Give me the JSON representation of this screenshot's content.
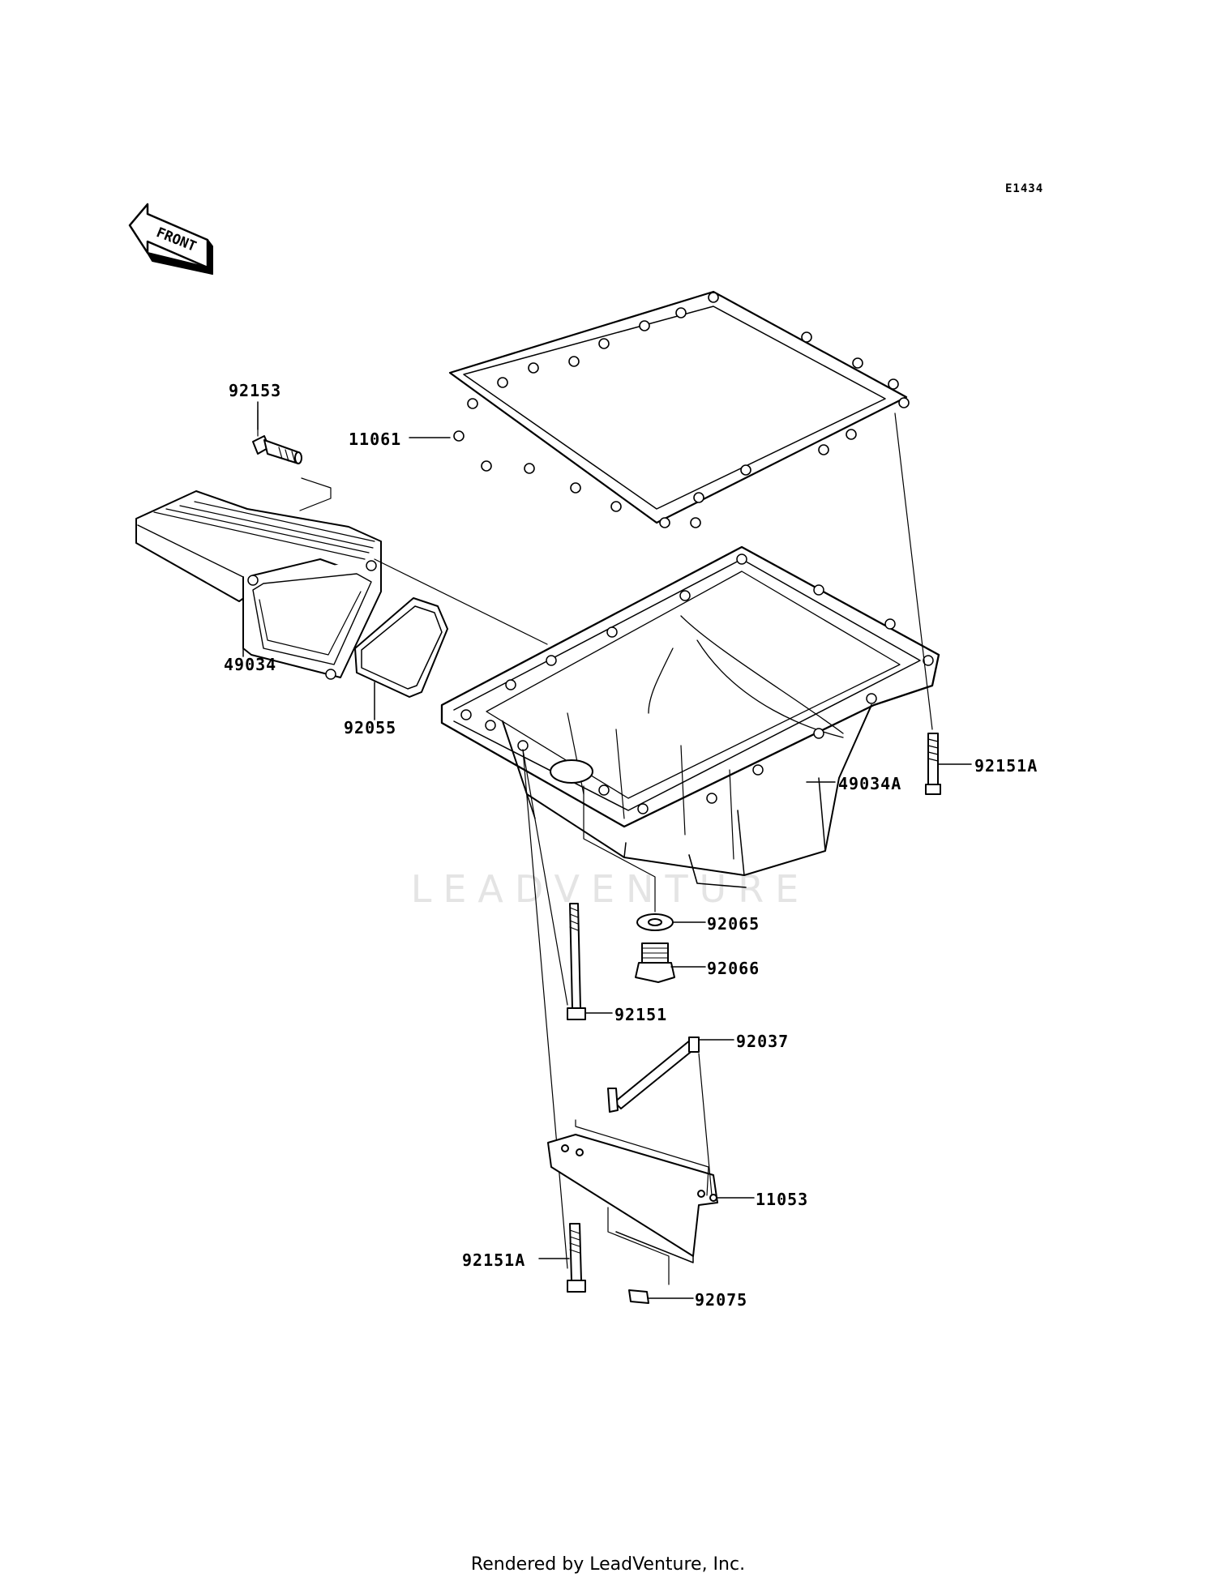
{
  "diagram_code": "E1434",
  "direction_label": "FRONT",
  "watermark": "LEADVENTURE",
  "footer": "Rendered by LeadVenture, Inc.",
  "parts": {
    "p92153": "92153",
    "p11061": "11061",
    "p49034": "49034",
    "p92055": "92055",
    "p92151A_right": "92151A",
    "p49034A": "49034A",
    "p92065": "92065",
    "p92066": "92066",
    "p92151": "92151",
    "p92037": "92037",
    "p11053": "11053",
    "p92151A_left": "92151A",
    "p92075": "92075"
  }
}
